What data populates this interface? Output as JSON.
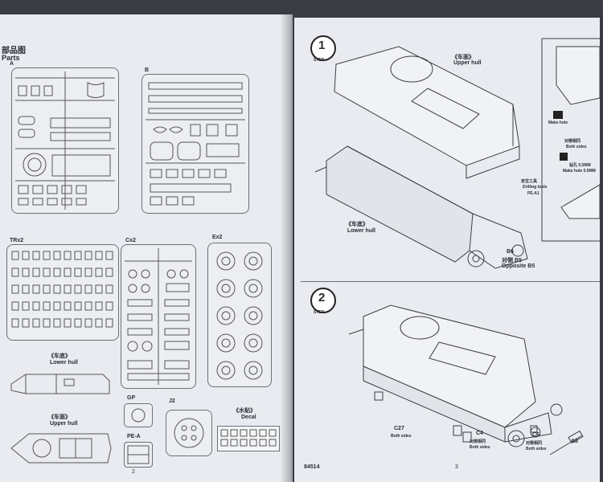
{
  "left_page": {
    "title": "部品图",
    "subtitle": "Parts",
    "sprue_labels": [
      "A",
      "B",
      "TRx2",
      "Cx2",
      "Ex2",
      "GP",
      "J2",
      "PE-A"
    ],
    "lower_hull_cn": "《车底》",
    "lower_hull_en": "Lower hull",
    "upper_hull_cn": "《车面》",
    "upper_hull_en": "Upper hull",
    "decal_cn": "《水贴》",
    "decal_en": "Decal",
    "page_number": "2"
  },
  "right_page": {
    "step1": {
      "number": "1",
      "badge": "STEP",
      "upper_hull_cn": "《车面》",
      "upper_hull_en": "Upper hull",
      "lower_hull_cn": "《车底》",
      "lower_hull_en": "Lower hull",
      "part_b6": "B6",
      "opposite_cn": "对侧 B5",
      "opposite_en": "Opposite B5",
      "make_hole": "Make hole",
      "both_sides_cn": "对侧相同",
      "both_sides_en": "Both sides",
      "hole_size_cn": "钻孔 0.5MM",
      "hole_size_en": "Make hole 0.5MM",
      "tool_cn": "定位工具",
      "tool_en": "Drilling tools",
      "tool_part": "PE-A1"
    },
    "step2": {
      "number": "2",
      "badge": "STEP",
      "c27": "C27",
      "c27_en": "Both sides",
      "c4": "C4",
      "c4_cn": "对侧相同",
      "c4_en": "Both sides",
      "c6": "C6",
      "c6_cn": "对侧相同",
      "c6_en": "Both sides",
      "a8": "A8"
    },
    "product_code": "84514",
    "page_number": "3"
  }
}
